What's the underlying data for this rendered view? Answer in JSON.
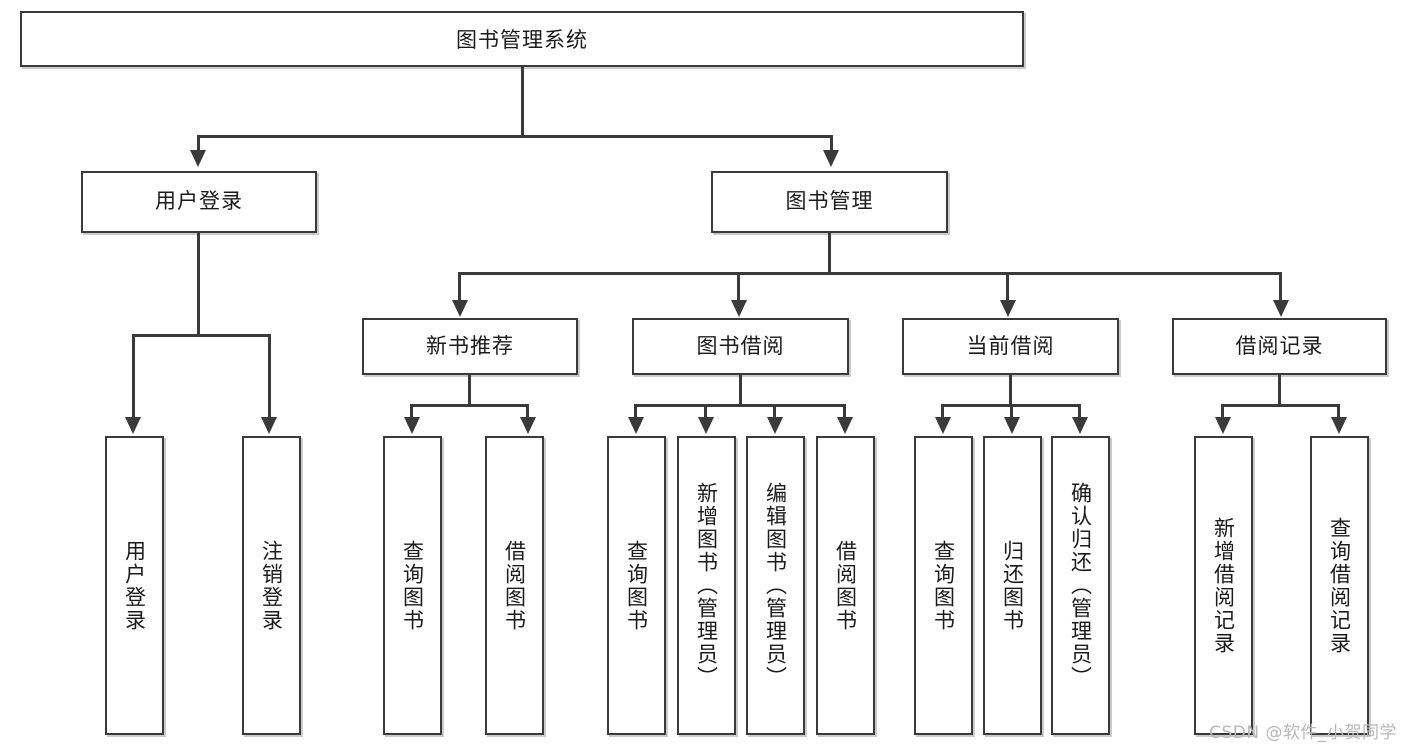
{
  "diagram": {
    "title": "图书管理系统",
    "type": "tree-hierarchy",
    "root": {
      "label": "图书管理系统"
    },
    "level2": [
      {
        "id": "user-login",
        "label": "用户登录"
      },
      {
        "id": "book-manage",
        "label": "图书管理"
      }
    ],
    "level3": [
      {
        "id": "new-book-recommend",
        "label": "新书推荐",
        "parent": "book-manage"
      },
      {
        "id": "book-borrow",
        "label": "图书借阅",
        "parent": "book-manage"
      },
      {
        "id": "current-borrow",
        "label": "当前借阅",
        "parent": "book-manage"
      },
      {
        "id": "borrow-record",
        "label": "借阅记录",
        "parent": "book-manage"
      }
    ],
    "leaves": [
      {
        "id": "leaf-user-login",
        "label": "用户登录",
        "parent": "user-login"
      },
      {
        "id": "leaf-logout-login",
        "label": "注销登录",
        "parent": "user-login"
      },
      {
        "id": "leaf-query-book-1",
        "label": "查询图书",
        "parent": "new-book-recommend"
      },
      {
        "id": "leaf-borrow-book-1",
        "label": "借阅图书",
        "parent": "new-book-recommend"
      },
      {
        "id": "leaf-query-book-2",
        "label": "查询图书",
        "parent": "book-borrow"
      },
      {
        "id": "leaf-add-book",
        "label": "新增图书（管理员）",
        "parent": "book-borrow"
      },
      {
        "id": "leaf-edit-book",
        "label": "编辑图书（管理员）",
        "parent": "book-borrow"
      },
      {
        "id": "leaf-borrow-book-2",
        "label": "借阅图书",
        "parent": "book-borrow"
      },
      {
        "id": "leaf-query-book-3",
        "label": "查询图书",
        "parent": "current-borrow"
      },
      {
        "id": "leaf-return-book",
        "label": "归还图书",
        "parent": "current-borrow"
      },
      {
        "id": "leaf-confirm-return",
        "label": "确认归还（管理员）",
        "parent": "current-borrow"
      },
      {
        "id": "leaf-add-record",
        "label": "新增借阅记录",
        "parent": "borrow-record"
      },
      {
        "id": "leaf-query-record",
        "label": "查询借阅记录",
        "parent": "borrow-record"
      }
    ]
  },
  "watermark": {
    "text": "CSDN @软件_小贺同学"
  },
  "colors": {
    "border": "#3a3a3a",
    "background": "#ffffff",
    "text": "#1b1b1b",
    "watermark": "#b9b9b9"
  }
}
